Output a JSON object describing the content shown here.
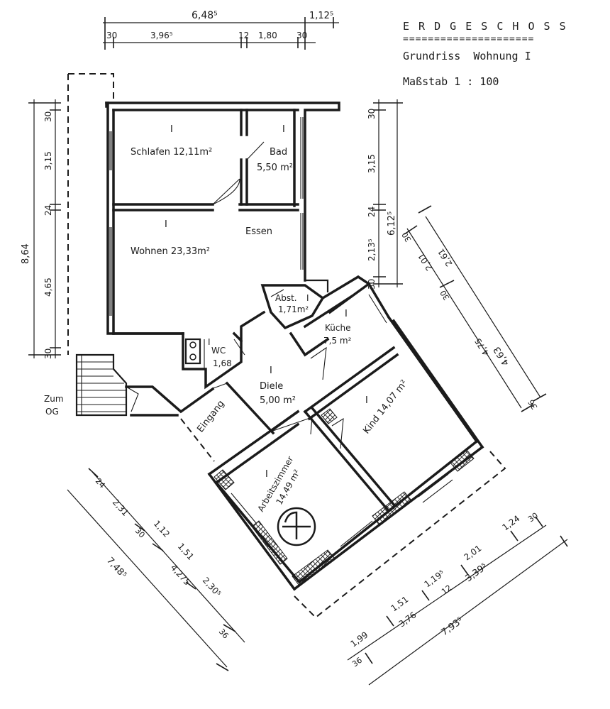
{
  "header": {
    "floor": "E R D G E S C H O S S",
    "underline": "=====================",
    "plan_title": "Grundriss  Wohnung I",
    "scale": "Maßstab 1 : 100"
  },
  "rooms": {
    "schlafen": {
      "mark": "I",
      "label": "Schlafen  12,11m²"
    },
    "bad": {
      "mark": "I",
      "name": "Bad",
      "area": "5,50 m²"
    },
    "wohnen": {
      "mark": "I",
      "label": "Wohnen 23,33m²"
    },
    "essen": {
      "label": "Essen"
    },
    "abst": {
      "mark": "I",
      "name": "Abst.",
      "area": "1,71m²"
    },
    "kueche": {
      "mark": "I",
      "name": "Küche",
      "area": "7,5 m²"
    },
    "wc": {
      "mark": "I",
      "name": "WC",
      "area": "1,68"
    },
    "diele": {
      "mark": "I",
      "name": "Diele",
      "area": "5,00 m²"
    },
    "kind": {
      "mark": "I",
      "label": "Kind 14,07 m²"
    },
    "arbeitszimmer": {
      "mark": "I",
      "name": "Arbeitszimmer",
      "area": "14,49 m²"
    },
    "eingang": {
      "label": "Eingang"
    },
    "stair": {
      "line1": "Zum",
      "line2": "OG"
    }
  },
  "dims": {
    "top_total": "6,48⁵",
    "top_right": "1,12⁵",
    "top_a": "30",
    "top_b": "3,96⁵",
    "top_c": "12",
    "top_d": "1,80",
    "top_e": "30",
    "left_total": "8,64",
    "left_a": "30",
    "left_b": "3,15",
    "left_c": "24",
    "left_d": "4,65",
    "left_e": "30",
    "right_a": "30",
    "right_b": "3,15",
    "right_c": "24",
    "right_d": "2,13⁵",
    "right_e": "30",
    "right_total": "6,12⁵",
    "diag_a": "30",
    "diag_b": "2,61",
    "diag_c": "2,01",
    "diag_d": "30",
    "diag_e": "4,75",
    "diag_f": "4,63",
    "diag_g": "36",
    "bl_a": "24",
    "bl_b": "2,31",
    "bl_c": "30",
    "bl_d": "1,12",
    "bl_e": "1,51",
    "bl_f": "7,48⁵",
    "bl_g": "4,275",
    "bl_h": "2,30⁵",
    "bl_i": "36",
    "br_a": "1,24",
    "br_b": "30",
    "br_c": "2,01",
    "br_d": "1,19⁵",
    "br_e": "1,51",
    "br_f": "3,39⁵",
    "br_g": "12",
    "br_h": "3,76",
    "br_i": "1,99",
    "br_j": "7,93⁵",
    "br_k": "36"
  }
}
